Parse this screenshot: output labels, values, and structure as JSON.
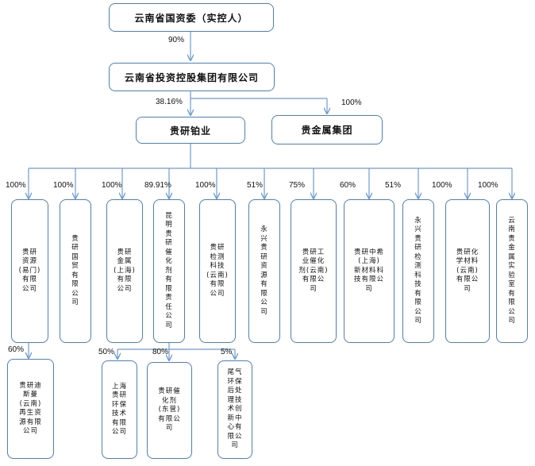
{
  "colors": {
    "border": "#4f7fb8",
    "line": "#6f9bd1"
  },
  "top": [
    {
      "id": "gzw",
      "label": "云南省国资委（实控人）"
    },
    {
      "id": "tkjt",
      "label": "云南省投资控股集团有限公司"
    },
    {
      "id": "gybo",
      "label": "贵研铂业"
    },
    {
      "id": "gjsj",
      "label": "贵金属集团"
    }
  ],
  "top_pcts": {
    "gzw_to_tkjt": "90%",
    "tkjt_to_gybo": "38.16%",
    "tkjt_to_gjsj": "100%"
  },
  "subs": [
    {
      "id": "s1",
      "pct": "100%",
      "label": "贵研\n资源\n(易门)\n有限\n公司"
    },
    {
      "id": "s2",
      "pct": "100%",
      "label": "贵研国贸有限公司"
    },
    {
      "id": "s3",
      "pct": "100%",
      "label": "贵研\n金属\n(上海)\n有限\n公司"
    },
    {
      "id": "s4",
      "pct": "89.91%",
      "label": "昆明贵研催化剂有限责任公司"
    },
    {
      "id": "s5",
      "pct": "100%",
      "label": "贵研\n检测\n科技\n(云南)\n有限\n公司"
    },
    {
      "id": "s6",
      "pct": "51%",
      "label": "永兴贵研资源有限公司"
    },
    {
      "id": "s7",
      "pct": "75%",
      "label": "贵研工\n业催化\n剂(云南)\n有限公\n司"
    },
    {
      "id": "s8",
      "pct": "60%",
      "label": "贵研中希\n(上海)\n新材料科\n技有限公\n司"
    },
    {
      "id": "s9",
      "pct": "51%",
      "label": "永兴贵研检测科技有限公司"
    },
    {
      "id": "s10",
      "pct": "100%",
      "label": "贵研化\n学材料\n(云南)\n有限公\n司"
    },
    {
      "id": "s11",
      "pct": "100%",
      "label": "云南贵金属实验室有限公司"
    }
  ],
  "grand": [
    {
      "id": "g1",
      "pct": "60%",
      "label": "贵研迪\n斯曼\n(云南)\n再生资\n源有限\n公司"
    },
    {
      "id": "g2",
      "pct": "50%",
      "label": "上海\n贵研\n环保\n技术\n有限\n公司"
    },
    {
      "id": "g3",
      "pct": "80%",
      "label": "贵研催\n化剂\n(东营)\n有限公\n司"
    },
    {
      "id": "g4",
      "pct": "5%",
      "label": "尾气\n环保\n后处\n理技\n术创\n新中\n心有\n限公\n司"
    }
  ]
}
